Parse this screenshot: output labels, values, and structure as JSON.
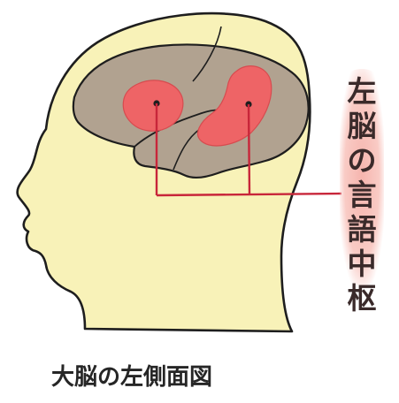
{
  "label": {
    "chars": [
      "左",
      "脳",
      "の",
      "言",
      "語",
      "中",
      "枢"
    ]
  },
  "caption": "大脳の左側面図",
  "colors": {
    "skin": "#f8f2b8",
    "brain": "#b1a290",
    "speech_area": "#ee6466",
    "line": "#c8263a",
    "outline": "#1e1e1e"
  }
}
